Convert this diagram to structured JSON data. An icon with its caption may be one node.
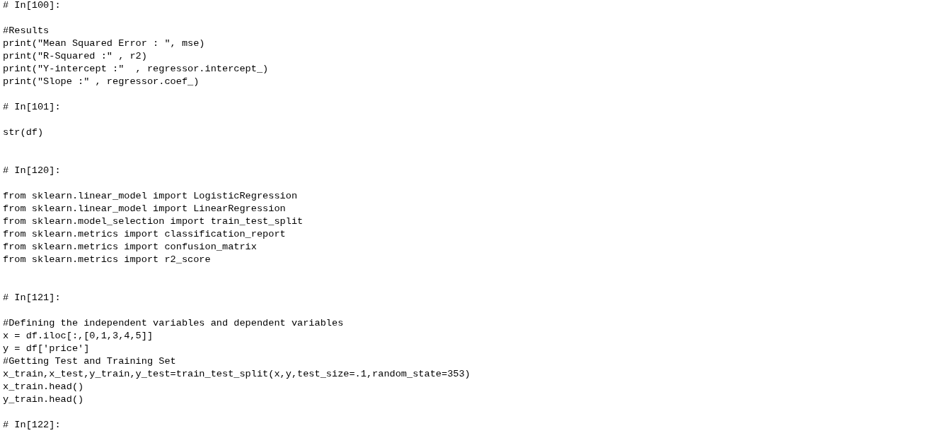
{
  "diagram": {
    "labels": [
      "# In[100]:",
      "#Results",
      "print(\"Mean Squared Error : \", mse)",
      "print(\"R-Squared :\" , r2)",
      "print(\"Y-intercept :\"  , regressor.intercept_)",
      "print(\"Slope :\" , regressor.coef_)",
      "# In[101]:",
      "str(df)",
      "# In[120]:",
      "from sklearn.linear_model import LogisticRegression",
      "from sklearn.linear_model import LinearRegression",
      "from sklearn.model_selection import train_test_split",
      "from sklearn.metrics import classification_report",
      "from sklearn.metrics import confusion_matrix",
      "from sklearn.metrics import r2_score",
      "# In[121]:",
      "#Defining the independent variables and dependent variables",
      "x = df.iloc[:,[0,1,3,4,5]]",
      "y = df['price']",
      "#Getting Test and Training Set",
      "x_train,x_test,y_train,y_test=train_test_split(x,y,test_size=.1,random_state=353)",
      "x_train.head()",
      "y_train.head()",
      "# In[122]:"
    ]
  }
}
